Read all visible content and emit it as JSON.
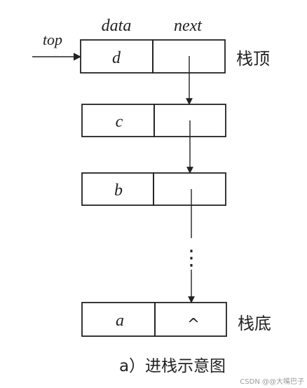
{
  "diagram": {
    "headers": {
      "data": "data",
      "next": "next"
    },
    "top_pointer_label": "top",
    "nodes": [
      {
        "data": "d",
        "next": ""
      },
      {
        "data": "c",
        "next": ""
      },
      {
        "data": "b",
        "next": ""
      },
      {
        "data": "a",
        "next": "^"
      }
    ],
    "top_label": "栈顶",
    "bottom_label": "栈底",
    "ellipsis": "⋮",
    "caption": "a）进栈示意图"
  },
  "watermark": "CSDN @@大嘴巴子",
  "colors": {
    "line": "#222222",
    "text": "#222222",
    "watermark": "#9a9a9a"
  }
}
